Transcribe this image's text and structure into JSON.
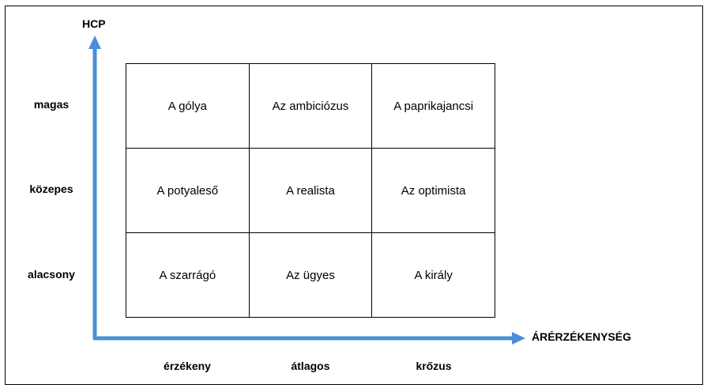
{
  "axes": {
    "y_title": "HCP",
    "x_title": "ÁRÉRZÉKENYSÉG",
    "color": "#4a8fd8"
  },
  "rows": [
    "magas",
    "közepes",
    "alacsony"
  ],
  "columns": [
    "érzékeny",
    "átlagos",
    "krőzus"
  ],
  "matrix": [
    [
      "A gólya",
      "Az ambiciózus",
      "A paprikajancsi"
    ],
    [
      "A potyaleső",
      "A realista",
      "Az optimista"
    ],
    [
      "A szarrágó",
      "Az ügyes",
      "A király"
    ]
  ]
}
